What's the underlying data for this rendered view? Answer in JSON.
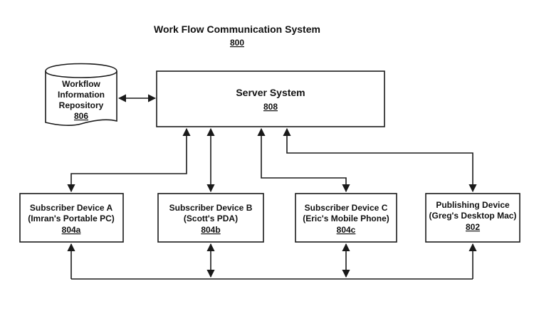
{
  "diagram": {
    "title": "Work Flow Communication System",
    "ref": "800"
  },
  "repository": {
    "line1": "Workflow",
    "line2": "Information",
    "line3": "Repository",
    "ref": "806"
  },
  "server": {
    "label": "Server System",
    "ref": "808"
  },
  "devices": [
    {
      "line1": "Subscriber Device A",
      "line2": "(Imran's Portable PC)",
      "ref": "804a"
    },
    {
      "line1": "Subscriber Device B",
      "line2": "(Scott's PDA)",
      "ref": "804b"
    },
    {
      "line1": "Subscriber Device C",
      "line2": "(Eric's Mobile Phone)",
      "ref": "804c"
    },
    {
      "line1": "Publishing Device",
      "line2": "(Greg's Desktop Mac)",
      "ref": "802"
    }
  ]
}
